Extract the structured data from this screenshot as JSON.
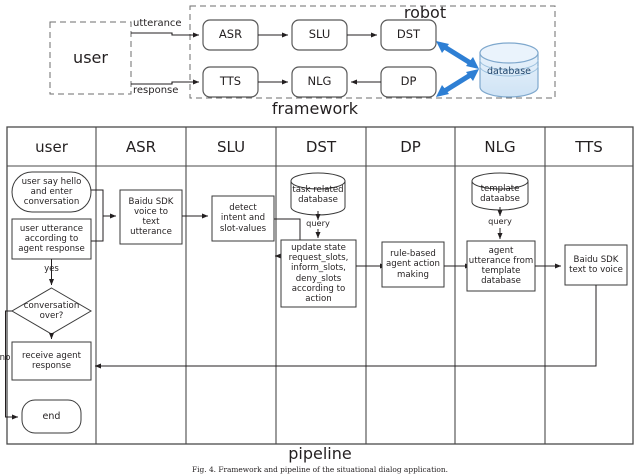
{
  "figure": {
    "caption": "Fig. 4.   Framework and pipeline of the situational dialog application.",
    "framework_label": "framework",
    "pipeline_label": "pipeline"
  },
  "framework": {
    "robot_label": "robot",
    "user_box_label": "user",
    "edges": {
      "utterance": "utterance",
      "response": "response"
    },
    "top_row": [
      "ASR",
      "SLU",
      "DST"
    ],
    "bottom_row": [
      "TTS",
      "NLG",
      "DP"
    ],
    "database_label": "database",
    "colors": {
      "database_fill": "#dceaf7",
      "database_stroke": "#7fa8cd",
      "arrow_blue": "#2e7fd4",
      "node_stroke": "#595959",
      "dashed_stroke": "#6e6e6e"
    }
  },
  "pipeline": {
    "columns": [
      {
        "id": "user",
        "header": "user"
      },
      {
        "id": "asr",
        "header": "ASR"
      },
      {
        "id": "slu",
        "header": "SLU"
      },
      {
        "id": "dst",
        "header": "DST"
      },
      {
        "id": "dp",
        "header": "DP"
      },
      {
        "id": "nlg",
        "header": "NLG"
      },
      {
        "id": "tts",
        "header": "TTS"
      }
    ],
    "nodes": {
      "start": "user say hello\nand  enter\nconversation",
      "user_utterance": "user utterance\naccording to\nagent response",
      "decision": "conversation\nover?",
      "receive": "receive agent\nresponse",
      "end": "end",
      "asr": "Baidu SDK\nvoice to\ntext\nutterance",
      "slu": "detect\nintent and\nslot-values",
      "dst_db": "task related\ndatabase",
      "dst_box": "update state\nrequest_slots,\ninform_slots,\ndeny_slots\naccording to\naction",
      "dp": "rule-based\nagent action\nmaking",
      "nlg_db": "template\ndataabse",
      "nlg_box": "agent\nutterance from\ntemplate\ndatabase",
      "tts": "Baidu SDK\ntext to voice"
    },
    "edge_labels": {
      "yes": "yes",
      "no": "no",
      "dst_query": "query",
      "nlg_query": "query"
    }
  }
}
